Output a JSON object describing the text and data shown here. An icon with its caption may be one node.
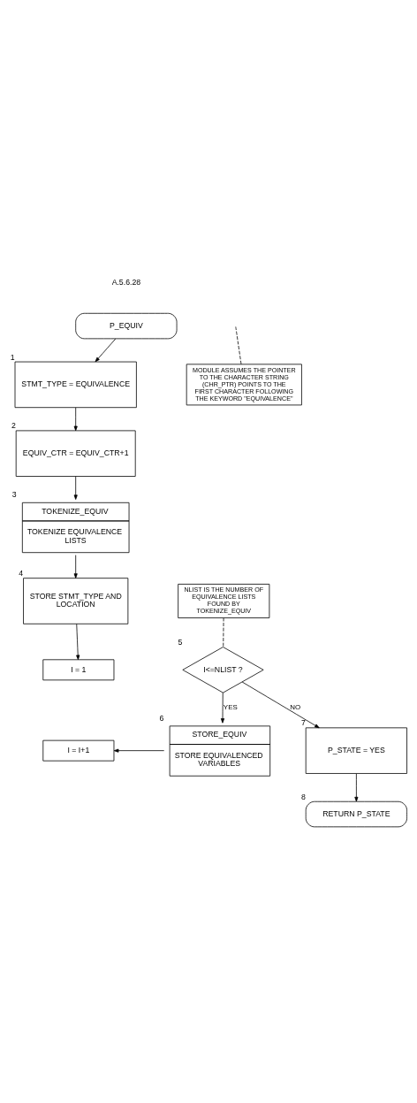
{
  "diagram": {
    "nodes": [
      {
        "text": [
          "P_EQUIV"
        ]
      },
      {
        "text": [
          "STMT_TYPE = EQUIVALENCE"
        ],
        "beside": [
          "1"
        ]
      },
      {
        "text": [
          "EQUIV_CTR = EQUIV_CTR+1"
        ],
        "beside": [
          "2"
        ]
      },
      {
        "text": [
          "TOKENIZE_EQUIV",
          "TOKENIZE EQUIVALENCE LISTS"
        ],
        "beside": [
          "3"
        ]
      },
      {
        "text": [
          "STORE STMT_TYPE AND LOCATION"
        ],
        "beside": [
          "4"
        ]
      },
      {
        "text": [
          "I = 1"
        ]
      },
      {
        "text": [
          "I = I+1"
        ]
      },
      {
        "text": [
          "I<=NLIST ?"
        ],
        "beside": [
          "5"
        ]
      },
      {
        "text": [
          "STORE_EQUIV",
          "STORE EQUIVALENCED VARIABLES"
        ],
        "beside": [
          "6"
        ]
      },
      {
        "text": [
          "P_STATE = YES"
        ],
        "beside": [
          "7"
        ]
      },
      {
        "text": [
          "RETURN P_STATE"
        ],
        "beside": [
          "8"
        ]
      },
      {
        "text": [
          "MODULE ASSUMES THE POINTER TO THE CHARACTER STRING (CHR_PTR) POINTS TO THE FIRST CHARACTER FOLLOWING THE KEYWORD \"EQUIVALENCE\""
        ]
      },
      {
        "text": [
          "NLIST IS THE NUMBER OF EQUIVALENCE LISTS FOUND BY TOKENIZE_EQUIV"
        ]
      }
    ],
    "edges": [
      {
        "from": 0,
        "to": 1,
        "arrow": "to"
      },
      {
        "from": 1,
        "to": 2,
        "arrow": "to"
      },
      {
        "from": 2,
        "to": 3,
        "arrow": "to"
      },
      {
        "from": 3,
        "to": 4,
        "arrow": "to"
      },
      {
        "from": 4,
        "to": 5,
        "arrow": "to"
      },
      {
        "from": 7,
        "to": 8,
        "arrow": "to",
        "label": "YES"
      },
      {
        "from": 8,
        "to": 6,
        "arrow": "to"
      },
      {
        "from": 7,
        "to": 9,
        "arrow": "to",
        "label": "NO"
      },
      {
        "from": 9,
        "to": 10,
        "arrow": "to"
      },
      {
        "from": 11,
        "to": null,
        "arrow": "none",
        "style": "dashed"
      },
      {
        "from": 12,
        "to": 7,
        "arrow": "none",
        "style": "dashed"
      }
    ],
    "labels": [
      "A.5.6.28"
    ]
  }
}
